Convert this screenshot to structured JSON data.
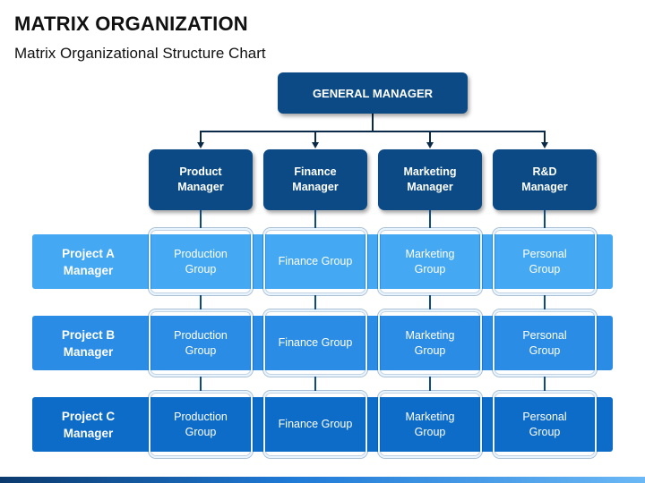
{
  "title": "MATRIX ORGANIZATION",
  "subtitle": "Matrix Organizational Structure Chart",
  "general_manager": "GENERAL MANAGER",
  "managers": [
    "Product\nManager",
    "Finance\nManager",
    "Marketing\nManager",
    "R&D\nManager"
  ],
  "projects": [
    {
      "label": "Project A\nManager",
      "groups": [
        "Production\nGroup",
        "Finance Group",
        "Marketing\nGroup",
        "Personal\nGroup"
      ]
    },
    {
      "label": "Project B\nManager",
      "groups": [
        "Production\nGroup",
        "Finance Group",
        "Marketing\nGroup",
        "Personal\nGroup"
      ]
    },
    {
      "label": "Project C\nManager",
      "groups": [
        "Production\nGroup",
        "Finance Group",
        "Marketing\nGroup",
        "Personal\nGroup"
      ]
    }
  ],
  "colors": {
    "manager_box": "#0b4a85",
    "project_a_band": "#45a8f2",
    "project_b_band": "#2b8ce6",
    "project_c_band": "#0e6cc9"
  }
}
